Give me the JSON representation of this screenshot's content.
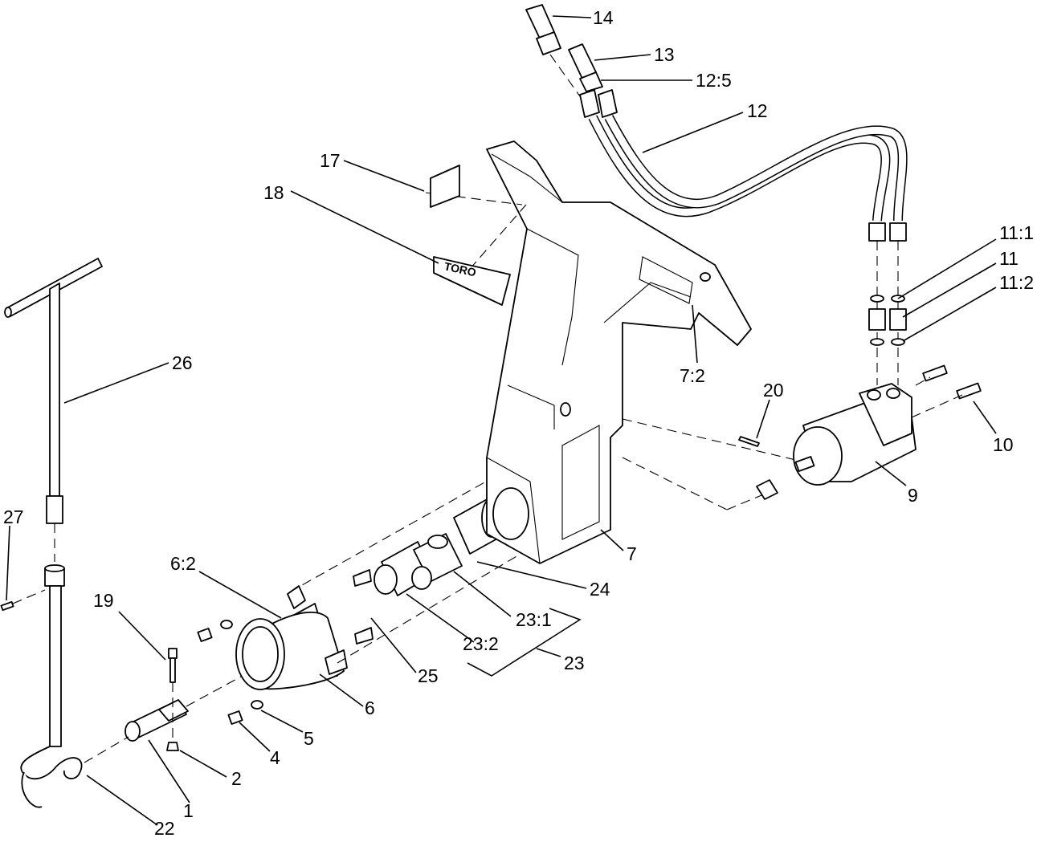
{
  "callouts": [
    {
      "id": "c1",
      "text": "1"
    },
    {
      "id": "c2",
      "text": "2"
    },
    {
      "id": "c4",
      "text": "4"
    },
    {
      "id": "c5",
      "text": "5"
    },
    {
      "id": "c6",
      "text": "6"
    },
    {
      "id": "c6_2",
      "text": "6:2"
    },
    {
      "id": "c7",
      "text": "7"
    },
    {
      "id": "c7_2",
      "text": "7:2"
    },
    {
      "id": "c9",
      "text": "9"
    },
    {
      "id": "c10",
      "text": "10"
    },
    {
      "id": "c11",
      "text": "11"
    },
    {
      "id": "c11_1",
      "text": "11:1"
    },
    {
      "id": "c11_2",
      "text": "11:2"
    },
    {
      "id": "c12",
      "text": "12"
    },
    {
      "id": "c12_5",
      "text": "12:5"
    },
    {
      "id": "c13",
      "text": "13"
    },
    {
      "id": "c14",
      "text": "14"
    },
    {
      "id": "c17",
      "text": "17"
    },
    {
      "id": "c18",
      "text": "18"
    },
    {
      "id": "c19",
      "text": "19"
    },
    {
      "id": "c20",
      "text": "20"
    },
    {
      "id": "c22",
      "text": "22"
    },
    {
      "id": "c23",
      "text": "23"
    },
    {
      "id": "c23_1",
      "text": "23:1"
    },
    {
      "id": "c23_2",
      "text": "23:2"
    },
    {
      "id": "c24",
      "text": "24"
    },
    {
      "id": "c25",
      "text": "25"
    },
    {
      "id": "c26",
      "text": "26"
    },
    {
      "id": "c27",
      "text": "27"
    }
  ],
  "decal_text": "TORO"
}
